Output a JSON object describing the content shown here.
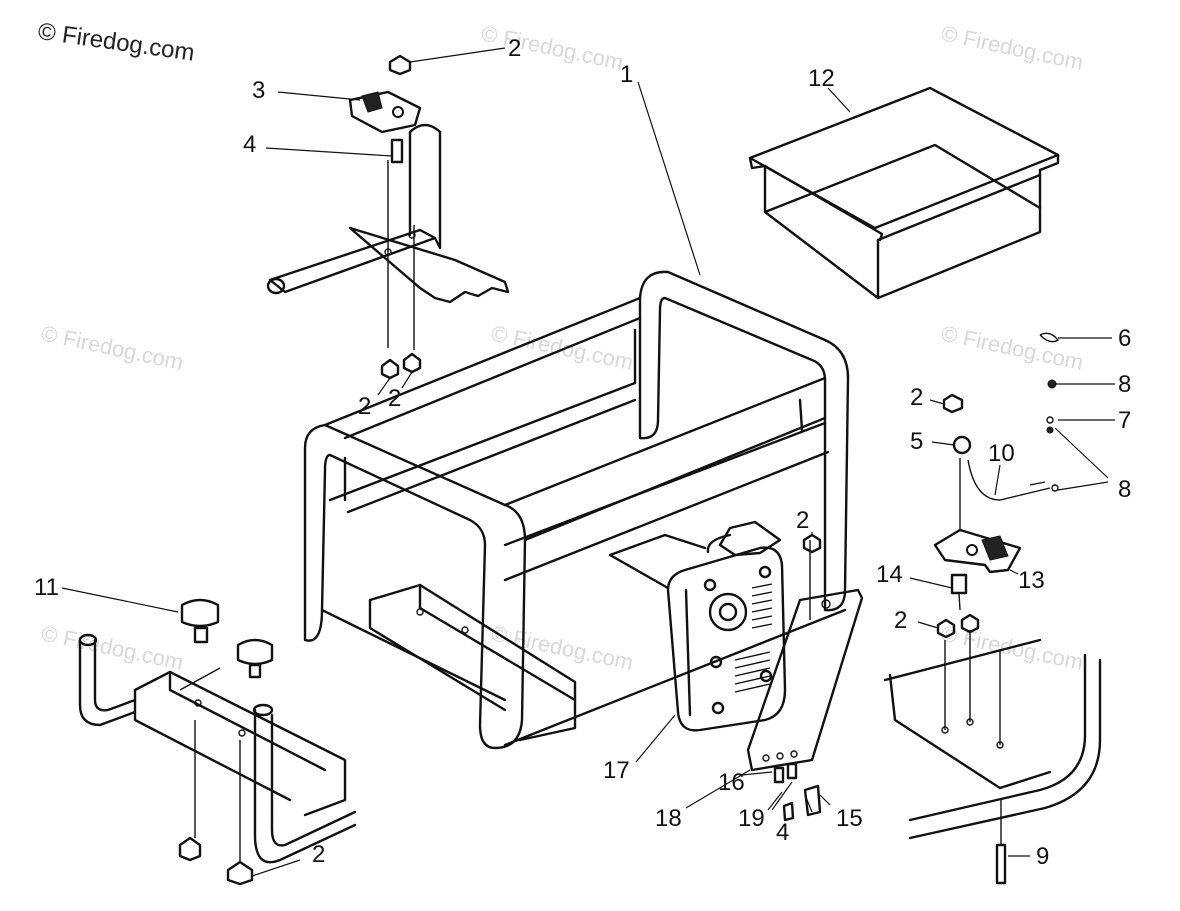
{
  "copyright": "© Firedog.com",
  "watermark": "© Firedog.com",
  "callouts": [
    {
      "id": "c2a",
      "label": "2"
    },
    {
      "id": "c3",
      "label": "3"
    },
    {
      "id": "c4a",
      "label": "4"
    },
    {
      "id": "c1",
      "label": "1"
    },
    {
      "id": "c12",
      "label": "12"
    },
    {
      "id": "c2b",
      "label": "2"
    },
    {
      "id": "c2c",
      "label": "2"
    },
    {
      "id": "c6",
      "label": "6"
    },
    {
      "id": "c8a",
      "label": "8"
    },
    {
      "id": "c2d",
      "label": "2"
    },
    {
      "id": "c7",
      "label": "7"
    },
    {
      "id": "c5",
      "label": "5"
    },
    {
      "id": "c10",
      "label": "10"
    },
    {
      "id": "c8b",
      "label": "8"
    },
    {
      "id": "c2e",
      "label": "2"
    },
    {
      "id": "c13",
      "label": "13"
    },
    {
      "id": "c14",
      "label": "14"
    },
    {
      "id": "c2f",
      "label": "2"
    },
    {
      "id": "c11",
      "label": "11"
    },
    {
      "id": "c17",
      "label": "17"
    },
    {
      "id": "c16",
      "label": "16"
    },
    {
      "id": "c18",
      "label": "18"
    },
    {
      "id": "c19",
      "label": "19"
    },
    {
      "id": "c4b",
      "label": "4"
    },
    {
      "id": "c15",
      "label": "15"
    },
    {
      "id": "c9",
      "label": "9"
    },
    {
      "id": "c2g",
      "label": "2"
    }
  ]
}
